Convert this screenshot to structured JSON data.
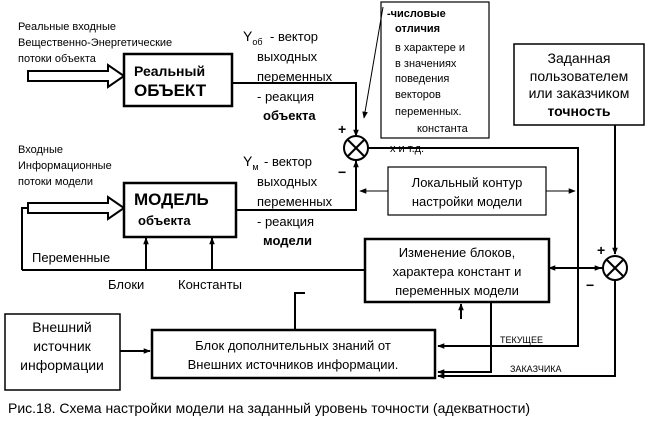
{
  "top_input": {
    "lines": [
      "Реальные входные",
      "Вещественно-Энергетические",
      "потоки объекта"
    ]
  },
  "real_object": {
    "line1": "Реальный",
    "line2": "ОБЪЕКТ"
  },
  "y_ob": {
    "symbol": "Y",
    "subscript": "об",
    "lines": [
      "- вектор",
      "выходных",
      "переменных"
    ],
    "reaction": "- реакция",
    "reaction_of": "объекта"
  },
  "differences_box": {
    "lines": [
      "-числовые",
      "отличия",
      "в характере и",
      "в значениях",
      "поведения",
      "векторов",
      "переменных.",
      "константа"
    ],
    "tail": "х и т.д."
  },
  "accuracy_box": {
    "lines": [
      "Заданная",
      "пользователем",
      "или заказчиком"
    ],
    "bold_word": "точность"
  },
  "info_input": {
    "lines": [
      "Входные",
      "Информационные",
      "потоки модели"
    ]
  },
  "model": {
    "line1": "МОДЕЛЬ",
    "line2": "объекта"
  },
  "y_m": {
    "symbol": "Y",
    "subscript": "м",
    "lines": [
      "- вектор",
      "выходных",
      "переменных"
    ],
    "reaction": "- реакция",
    "reaction_of": "модели"
  },
  "local_loop": {
    "lines": [
      "Локальный контур",
      "настройки модели"
    ]
  },
  "change_box": {
    "lines": [
      "Изменение блоков,",
      "характера констант и",
      "переменных модели"
    ]
  },
  "labels": {
    "variables": "Переменные",
    "blocks": "Блоки",
    "constants": "Константы",
    "current": "ТЕКУЩЕЕ",
    "customer": "ЗАКАЗЧИКА"
  },
  "signs": {
    "plus": "+",
    "minus": "−"
  },
  "external_source": {
    "lines": [
      "Внешний",
      "источник",
      "информации"
    ]
  },
  "knowledge_box": {
    "lines": [
      "Блок дополнительных знаний от",
      "Внешних источников информации."
    ]
  },
  "caption": "Рис.18. Схема настройки модели на заданный уровень точности (адекватности)"
}
